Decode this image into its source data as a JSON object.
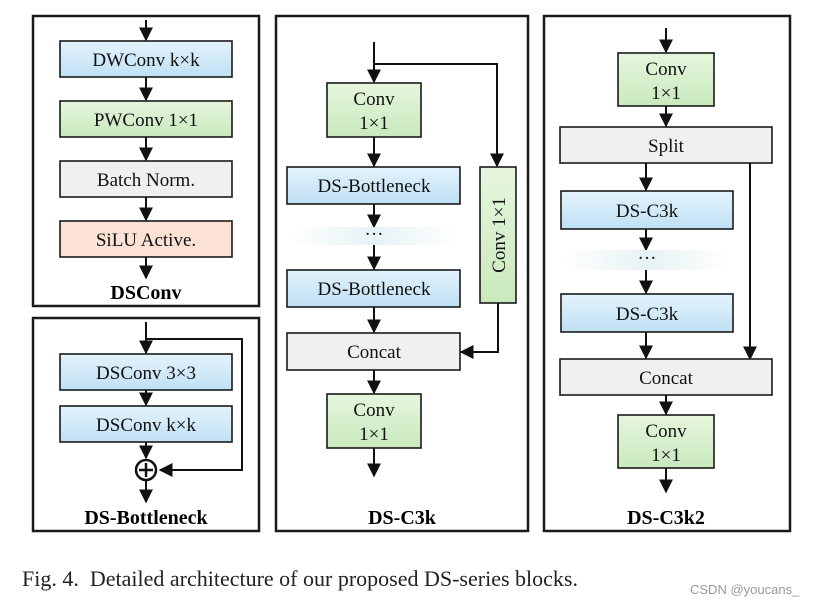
{
  "panels": {
    "dsconv": {
      "title": "DSConv",
      "nodes": [
        "DWConv k×k",
        "PWConv 1×1",
        "Batch Norm.",
        "SiLU Active."
      ]
    },
    "ds_bottleneck": {
      "title": "DS-Bottleneck",
      "nodes": [
        "DSConv 3×3",
        "DSConv k×k"
      ],
      "add_symbol": "⊕"
    },
    "ds_c3k": {
      "title": "DS-C3k",
      "conv_in": [
        "Conv",
        "1×1"
      ],
      "bottleneck_1": "DS-Bottleneck",
      "ellipsis": "···",
      "bottleneck_2": "DS-Bottleneck",
      "shortcut_conv": "Conv 1×1",
      "concat": "Concat",
      "conv_out": [
        "Conv",
        "1×1"
      ]
    },
    "ds_c3k2": {
      "title": "DS-C3k2",
      "conv_in": [
        "Conv",
        "1×1"
      ],
      "split": "Split",
      "c3k_1": "DS-C3k",
      "ellipsis": "···",
      "c3k_2": "DS-C3k",
      "concat": "Concat",
      "conv_out": [
        "Conv",
        "1×1"
      ]
    }
  },
  "caption": "Fig. 4.  Detailed architecture of our proposed DS-series blocks.",
  "watermark": "CSDN @youcans_",
  "colors": {
    "blue_box": "#d3eaf8",
    "green_box": "#d8f0d0",
    "gray_box": "#f0f0f0",
    "peach_box": "#fbe2d4"
  }
}
